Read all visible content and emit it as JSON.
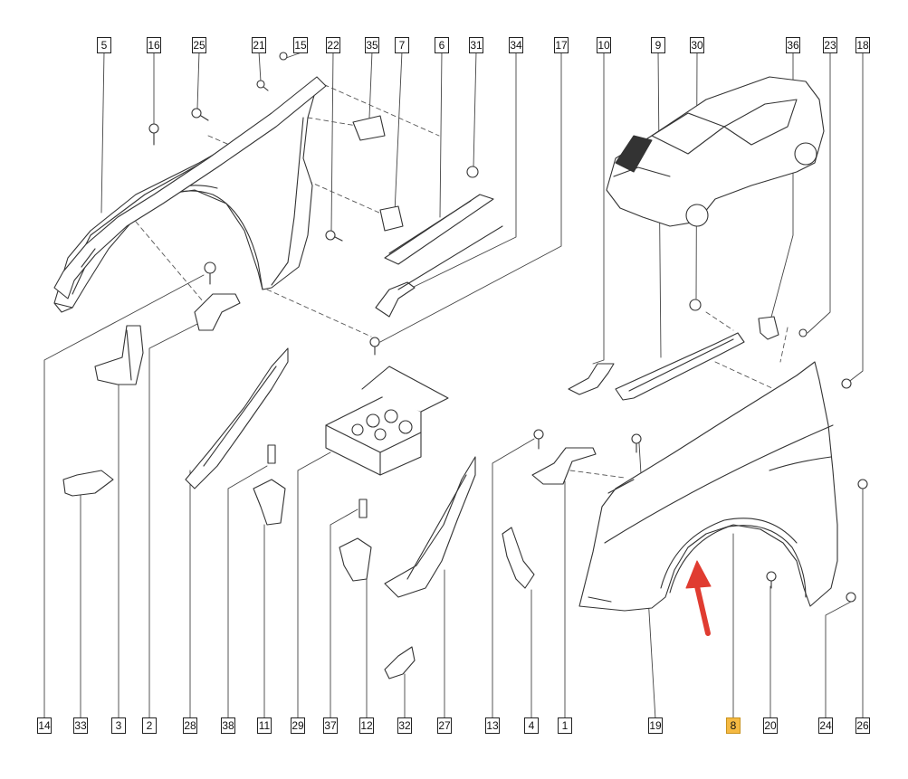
{
  "labels_top": [
    "5",
    "16",
    "25",
    "21",
    "15",
    "22",
    "35",
    "7",
    "6",
    "31",
    "34",
    "17",
    "10",
    "9",
    "30",
    "36",
    "23",
    "18"
  ],
  "labels_bottom": [
    "14",
    "33",
    "3",
    "2",
    "28",
    "38",
    "11",
    "29",
    "37",
    "12",
    "32",
    "27",
    "13",
    "4",
    "1",
    "19",
    "8",
    "20",
    "24",
    "26"
  ],
  "highlighted_part": "8",
  "colors": {
    "highlight": "#f5b942",
    "arrow": "#e03c31",
    "line": "#333333"
  }
}
